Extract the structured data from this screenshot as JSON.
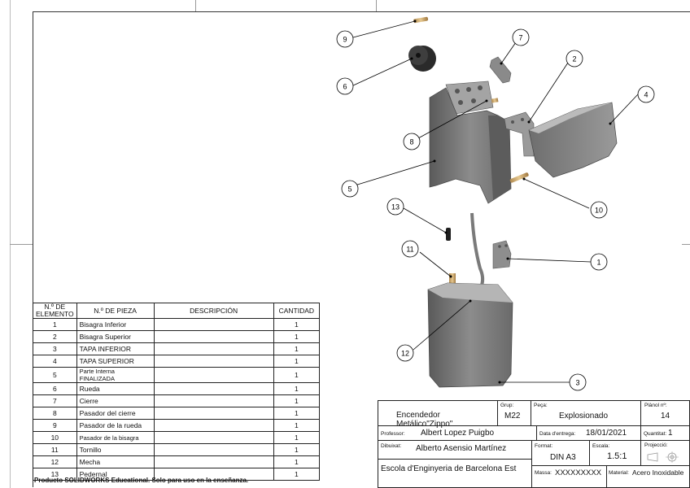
{
  "balloons": [
    "1",
    "2",
    "3",
    "4",
    "5",
    "6",
    "7",
    "8",
    "9",
    "10",
    "11",
    "12",
    "13"
  ],
  "bom": {
    "headers": {
      "item": "N.º DE ELEMENTO",
      "part": "N.º DE PIEZA",
      "desc": "DESCRIPCIÓN",
      "qty": "CANTIDAD"
    },
    "rows": [
      {
        "n": "1",
        "name": "Bisagra Inferior",
        "desc": "",
        "qty": "1"
      },
      {
        "n": "2",
        "name": "Bisagra Superior",
        "desc": "",
        "qty": "1"
      },
      {
        "n": "3",
        "name": "TAPA INFERIOR",
        "desc": "",
        "qty": "1"
      },
      {
        "n": "4",
        "name": "TAPA SUPERIOR",
        "desc": "",
        "qty": "1"
      },
      {
        "n": "5",
        "name": "Parte Interna FINALIZADA",
        "desc": "",
        "qty": "1"
      },
      {
        "n": "6",
        "name": "Rueda",
        "desc": "",
        "qty": "1"
      },
      {
        "n": "7",
        "name": "Cierre",
        "desc": "",
        "qty": "1"
      },
      {
        "n": "8",
        "name": "Pasador del cierre",
        "desc": "",
        "qty": "1"
      },
      {
        "n": "9",
        "name": "Pasador de la rueda",
        "desc": "",
        "qty": "1"
      },
      {
        "n": "10",
        "name": "Pasador de la bisagra",
        "desc": "",
        "qty": "1"
      },
      {
        "n": "11",
        "name": "Tornillo",
        "desc": "",
        "qty": "1"
      },
      {
        "n": "12",
        "name": "Mecha",
        "desc": "",
        "qty": "1"
      },
      {
        "n": "13",
        "name": "Pedernal",
        "desc": "",
        "qty": "1"
      }
    ]
  },
  "watermark": "Producto SOLIDWORKS Educational. Solo para uso en la enseñanza.",
  "title_block": {
    "title": "Encendedor Metálico\"Zippo\"",
    "grup_label": "Grup:",
    "grup": "M22",
    "pec_label": "Peça:",
    "pec": "Explosionado",
    "plano_label": "Plànol nº:",
    "plano": "14",
    "professor_label": "Professor:",
    "professor": "Albert Lopez Puigbo",
    "entrega_label": "Data d'entrega:",
    "entrega": "18/01/2021",
    "quantitat_label": "Quantitat:",
    "quantitat": "1",
    "dibuixat_label": "Dibuixat:",
    "dibuixat": "Alberto Asensio Martínez",
    "format_label": "Format:",
    "format": "DIN A3",
    "escala_label": "Escala:",
    "escala": "1.5:1",
    "projeccio_label": "Projecció:",
    "escola": "Escola d'Enginyeria de Barcelona Est",
    "massa_label": "Massa:",
    "massa": "XXXXXXXXX",
    "material_label": "Material:",
    "material": "Acero Inoxidable"
  }
}
